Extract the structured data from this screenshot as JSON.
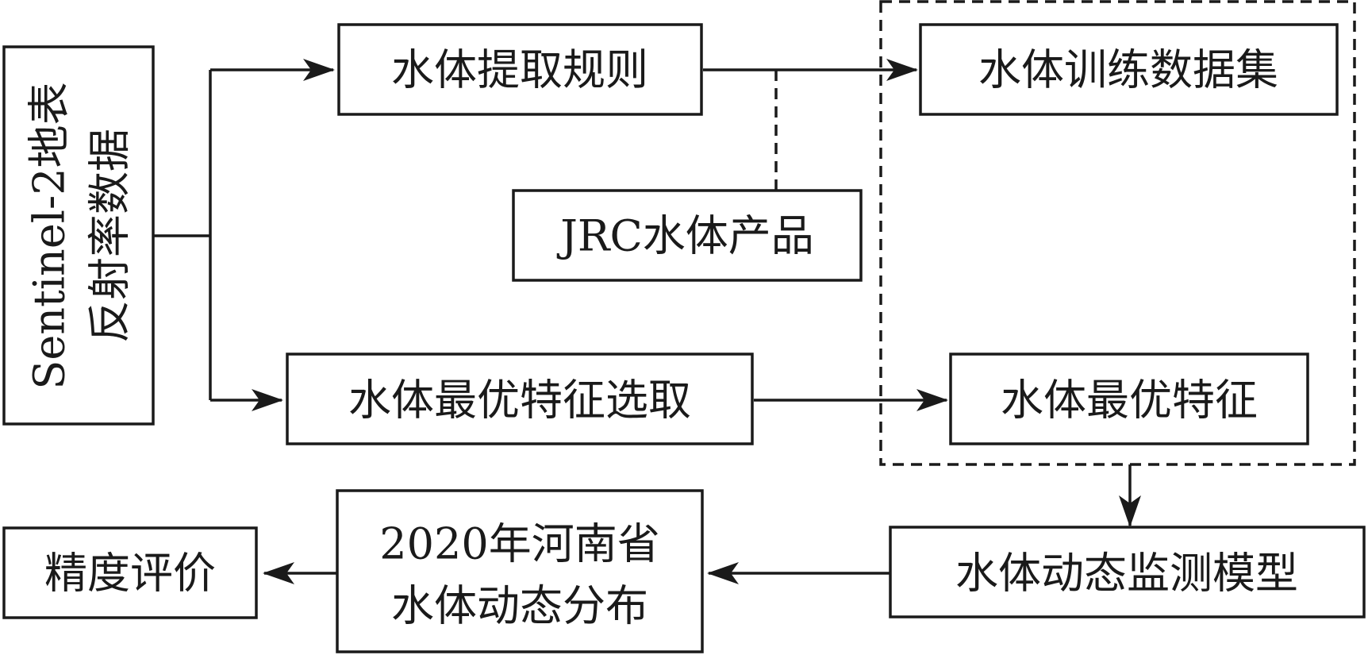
{
  "diagram": {
    "nodes": {
      "sentinel": {
        "line1": "Sentinel-2地表",
        "line2": "反射率数据"
      },
      "rules": "水体提取规则",
      "training": "水体训练数据集",
      "jrc": "JRC水体产品",
      "feature_select": "水体最优特征选取",
      "optimal_feature": "水体最优特征",
      "model": "水体动态监测模型",
      "distribution": {
        "line1": "2020年河南省",
        "line2": "水体动态分布"
      },
      "evaluation": "精度评价"
    },
    "colors": {
      "ink": "#1a1a1a",
      "background": "#ffffff"
    }
  }
}
